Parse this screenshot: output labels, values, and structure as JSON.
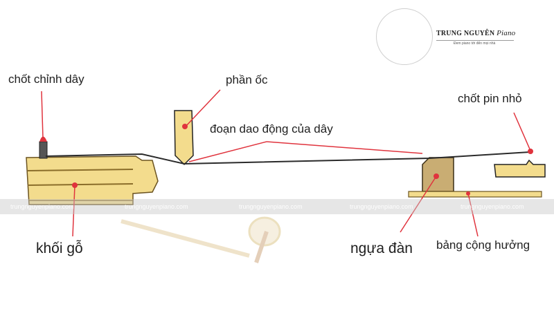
{
  "labels": {
    "tuning_pin": "chốt chỉnh dây",
    "nut": "phần ốc",
    "speaking_length": "đoạn dao động của dây",
    "hitch_pin": "chốt pin nhỏ",
    "wood_block": "khối gỗ",
    "bridge": "ngựa đàn",
    "soundboard": "bảng cộng hưởng"
  },
  "logo": {
    "brand_main": "TRUNG NGUYÊN",
    "brand_script": "Piano",
    "tagline": "Đem piano tới đến mọi nhà"
  },
  "watermark": {
    "text": "trungnguyenpiano.com"
  },
  "colors": {
    "wood": "#f3dc8d",
    "wood_dark": "#c9a94a",
    "string": "#2a2a2a",
    "pointer": "#e0333d",
    "bridge": "#c9ad73"
  }
}
